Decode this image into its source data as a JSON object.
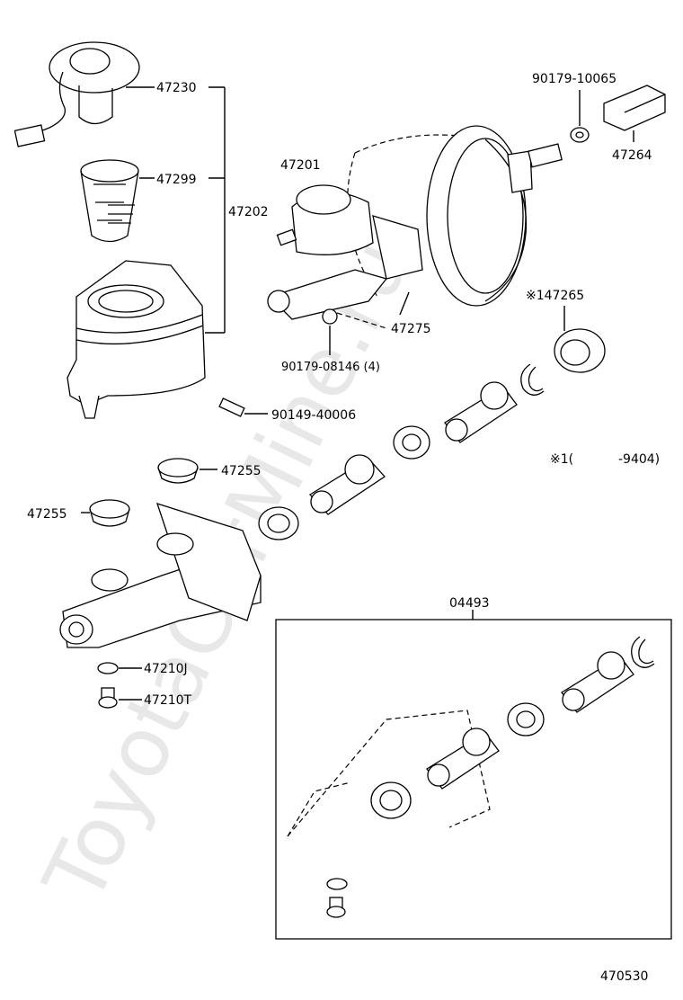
{
  "watermark": "ToyotaCarMine.ru",
  "figure_number": "470530",
  "labels": {
    "p47230": "47230",
    "p47299": "47299",
    "p47202": "47202",
    "p47201": "47201",
    "p90179_10065": "90179-10065",
    "p47264": "47264",
    "p147265": "※147265",
    "p47275": "47275",
    "p90179_08146": "90179-08146 (4)",
    "p90149_40006": "90149-40006",
    "p47255_a": "47255",
    "p47255_b": "47255",
    "p47210J": "47210J",
    "p47210T": "47210T",
    "p04493": "04493",
    "note_mark": "※1(",
    "note_range": "-9404)"
  }
}
